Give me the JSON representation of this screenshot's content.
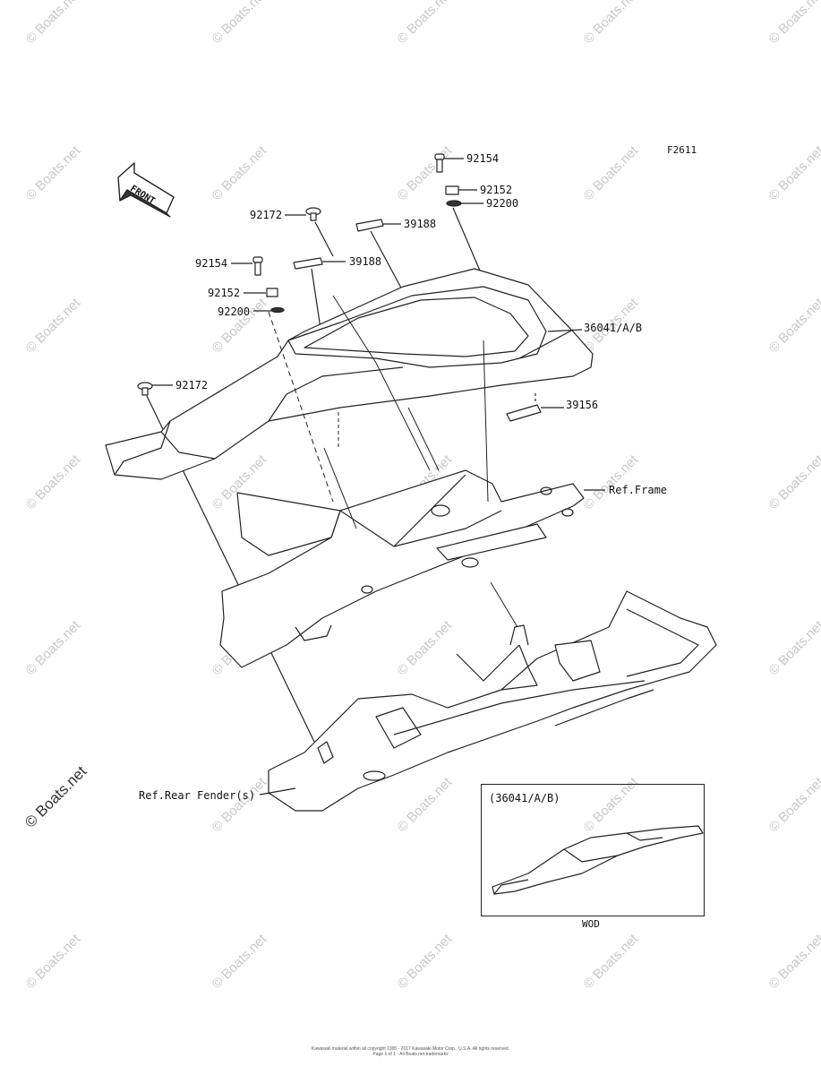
{
  "figure_code": "F2611",
  "front_label": "FRONT",
  "watermark": "© Boats.net",
  "callouts": {
    "c92154_top": "92154",
    "c92152_top": "92152",
    "c92200_top": "92200",
    "c92172_top": "92172",
    "c39188_top": "39188",
    "c39188_mid": "39188",
    "c92154_left": "92154",
    "c92152_left": "92152",
    "c92200_left": "92200",
    "c36041": "36041/A/B",
    "c92172_left": "92172",
    "c39156": "39156",
    "ref_frame": "Ref.Frame",
    "ref_rear_fender": "Ref.Rear Fender(s)"
  },
  "inset": {
    "title": "(36041/A/B)",
    "footnote": "WOD"
  },
  "copyright_line1": "Kawasaki material within all copyright 1995 - 2017 Kawasaki Motor Corp., U.S.A. All rights reserved.",
  "copyright_line2": "Page 1 of 1 - All Boats.net trademarks"
}
